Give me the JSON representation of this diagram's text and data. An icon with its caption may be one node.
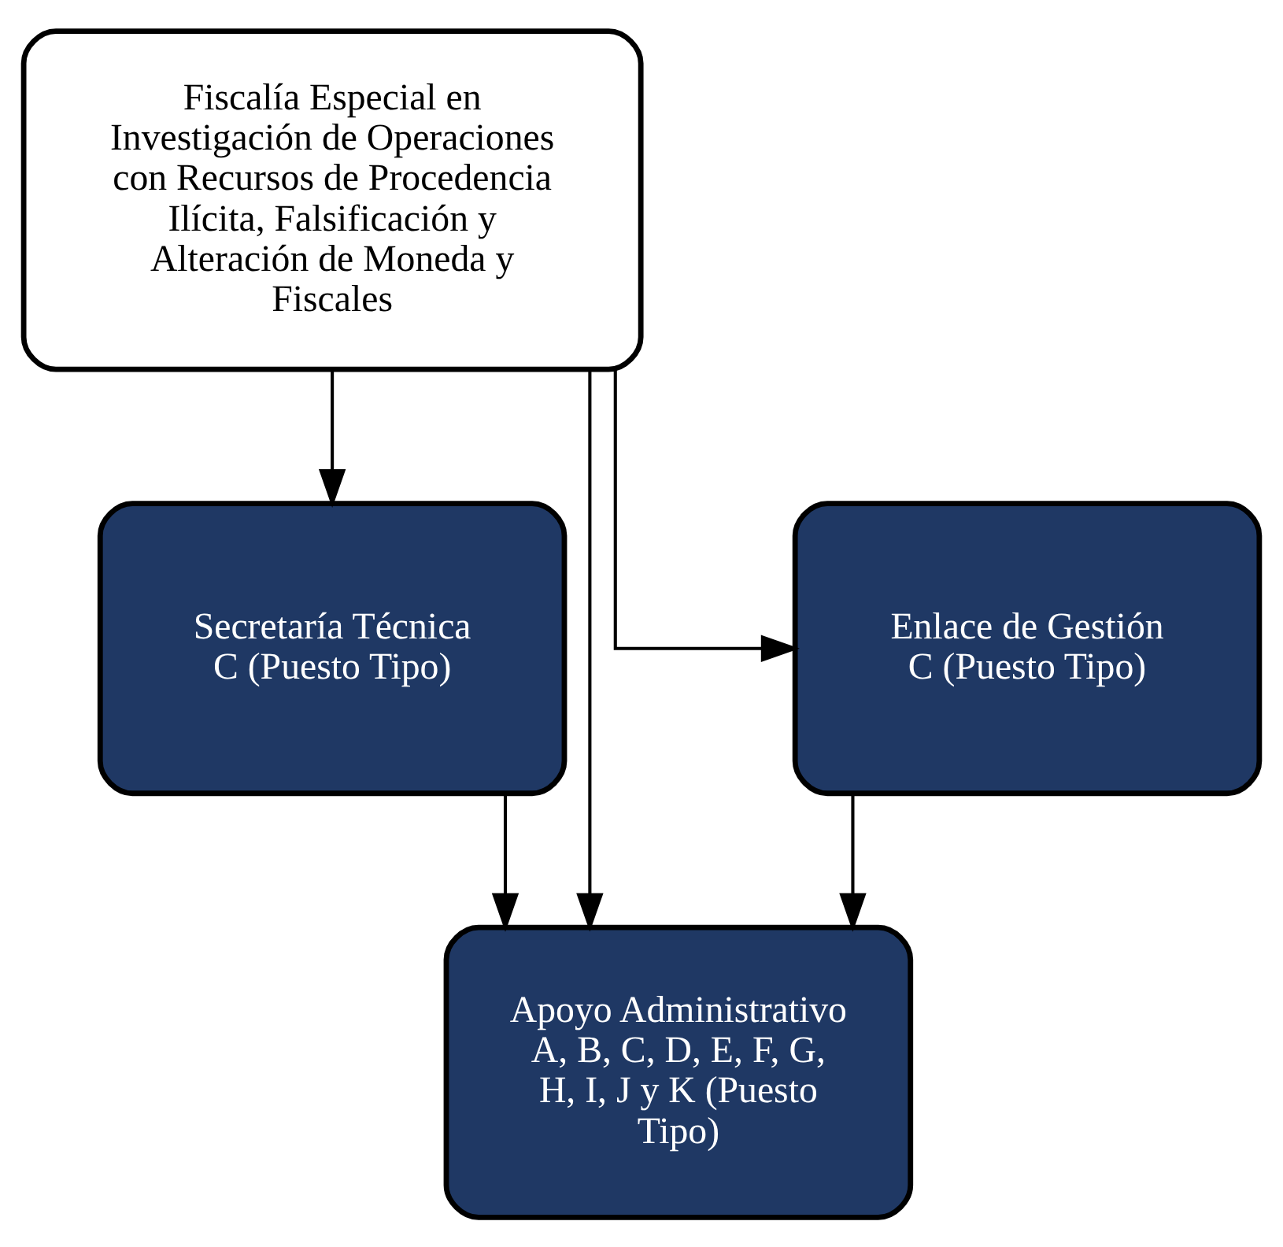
{
  "diagram": {
    "nodes": [
      {
        "text": [
          "Fiscalía Especial en Investigación de Operaciones con Recursos de Procedencia Ilícita, Falsificación y Alteración de Moneda y Fiscales"
        ]
      },
      {
        "text": [
          "Secretaría Técnica C (Puesto Tipo)"
        ]
      },
      {
        "text": [
          "Enlace de Gestión C (Puesto Tipo)"
        ]
      },
      {
        "text": [
          "Apoyo Administrativo A, B, C, D, E, F, G, H, I, J y K (Puesto Tipo)"
        ]
      }
    ],
    "edges": [
      {
        "from": 0,
        "to": 1,
        "arrow": "to"
      },
      {
        "from": 0,
        "to": 2,
        "arrow": "to"
      },
      {
        "from": 1,
        "to": 3,
        "arrow": "to"
      },
      {
        "from": 2,
        "to": 3,
        "arrow": "to"
      },
      {
        "from": 0,
        "to": 3,
        "arrow": "to"
      }
    ]
  }
}
